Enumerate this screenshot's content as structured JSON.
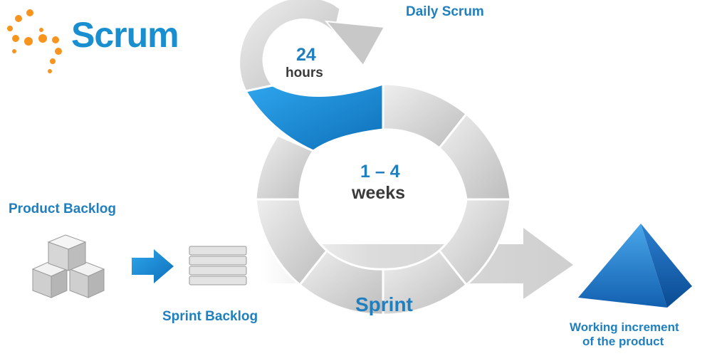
{
  "logo": {
    "text": "Scrum"
  },
  "daily_scrum": {
    "label": "Daily Scrum",
    "duration_value": "24",
    "duration_unit": "hours"
  },
  "sprint_cycle": {
    "duration_value": "1 – 4",
    "duration_unit": "weeks",
    "label": "Sprint"
  },
  "product_backlog": {
    "label": "Product Backlog"
  },
  "sprint_backlog": {
    "label": "Sprint Backlog"
  },
  "output": {
    "label_line1": "Working increment",
    "label_line2": "of the product"
  },
  "colors": {
    "accent_blue": "#1b8fd6",
    "text_blue": "#1f7fbf",
    "text_dark": "#3a3a3a",
    "gray": "#d2d2d2",
    "logo_orange": "#f7941d"
  },
  "icons": [
    "scrum-logo-dots-icon",
    "blocks-icon",
    "right-arrow-icon",
    "stacked-papers-icon",
    "pyramid-icon"
  ]
}
